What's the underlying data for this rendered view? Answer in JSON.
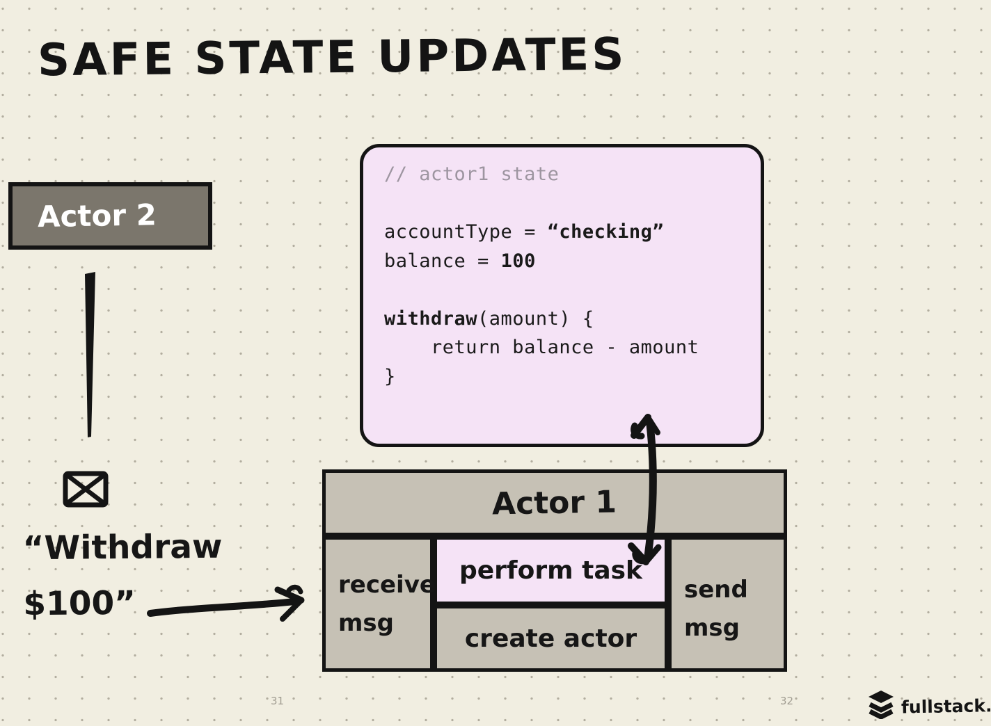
{
  "slide": {
    "title": "SAFE STATE UPDATES",
    "page_number_left": "31",
    "page_number_right": "32"
  },
  "brand": {
    "name": "fullstack.zip",
    "icon": "layers-stack-icon"
  },
  "actor2": {
    "label": "Actor 2"
  },
  "message": {
    "icon": "envelope-icon",
    "text": "“Withdraw\n$100”"
  },
  "code_box": {
    "comment": "// actor1 state",
    "assignment1_name": "accountType = ",
    "assignment1_value": "“checking”",
    "assignment2_name": "balance = ",
    "assignment2_value": "100",
    "function_name": "withdraw",
    "function_signature": "(amount) {",
    "function_body": "    return balance - amount",
    "function_close": "}"
  },
  "actor1": {
    "title": "Actor 1",
    "receive_label": "receive\nmsg",
    "perform_label": "perform task",
    "create_label": "create actor",
    "send_label": "send\nmsg"
  },
  "colors": {
    "background": "#f1eee1",
    "grid_dot": "#aba79b",
    "ink": "#161616",
    "actor2_fill": "#7b766c",
    "actor2_text": "#ffffff",
    "actor1_fill": "#c6c1b5",
    "highlight_pink": "#f5e3f6",
    "comment_gray": "#9d95a0",
    "page_number_gray": "#a19d92"
  }
}
